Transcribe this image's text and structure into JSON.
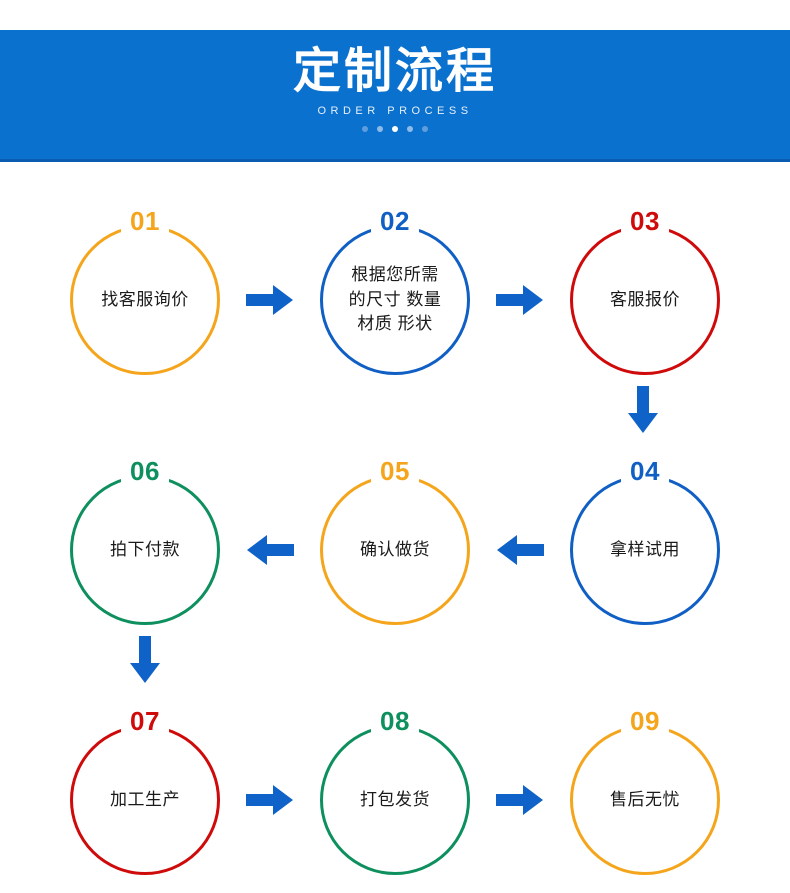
{
  "header": {
    "title": "定制流程",
    "subtitle": "ORDER PROCESS",
    "banner_color": "#0b71ce",
    "title_color": "#ffffff",
    "dots": [
      "dim",
      "mid",
      "bright",
      "mid",
      "dim"
    ]
  },
  "colors": {
    "orange": "#f5a51c",
    "blue": "#0f5fc4",
    "red": "#cf0a0a",
    "green": "#0d8f5e",
    "arrow_blue": "#0f62c8",
    "text": "#1a1a1a"
  },
  "steps": [
    {
      "number": "01",
      "color": "orange",
      "lines": [
        "找客服询价"
      ]
    },
    {
      "number": "02",
      "color": "blue",
      "lines": [
        "根据您所需",
        "的尺寸 数量",
        "材质 形状"
      ]
    },
    {
      "number": "03",
      "color": "red",
      "lines": [
        "客服报价"
      ]
    },
    {
      "number": "04",
      "color": "blue",
      "lines": [
        "拿样试用"
      ]
    },
    {
      "number": "05",
      "color": "orange",
      "lines": [
        "确认做货"
      ]
    },
    {
      "number": "06",
      "color": "green",
      "lines": [
        "拍下付款"
      ]
    },
    {
      "number": "07",
      "color": "red",
      "lines": [
        "加工生产"
      ]
    },
    {
      "number": "08",
      "color": "green",
      "lines": [
        "打包发货"
      ]
    },
    {
      "number": "09",
      "color": "orange",
      "lines": [
        "售后无忧"
      ]
    }
  ],
  "arrows": {
    "row1_a": "right-arrow",
    "row1_b": "right-arrow",
    "down_right": "down-arrow",
    "row2_a": "left-arrow",
    "row2_b": "left-arrow",
    "down_left": "down-arrow",
    "row3_a": "right-arrow",
    "row3_b": "right-arrow"
  }
}
